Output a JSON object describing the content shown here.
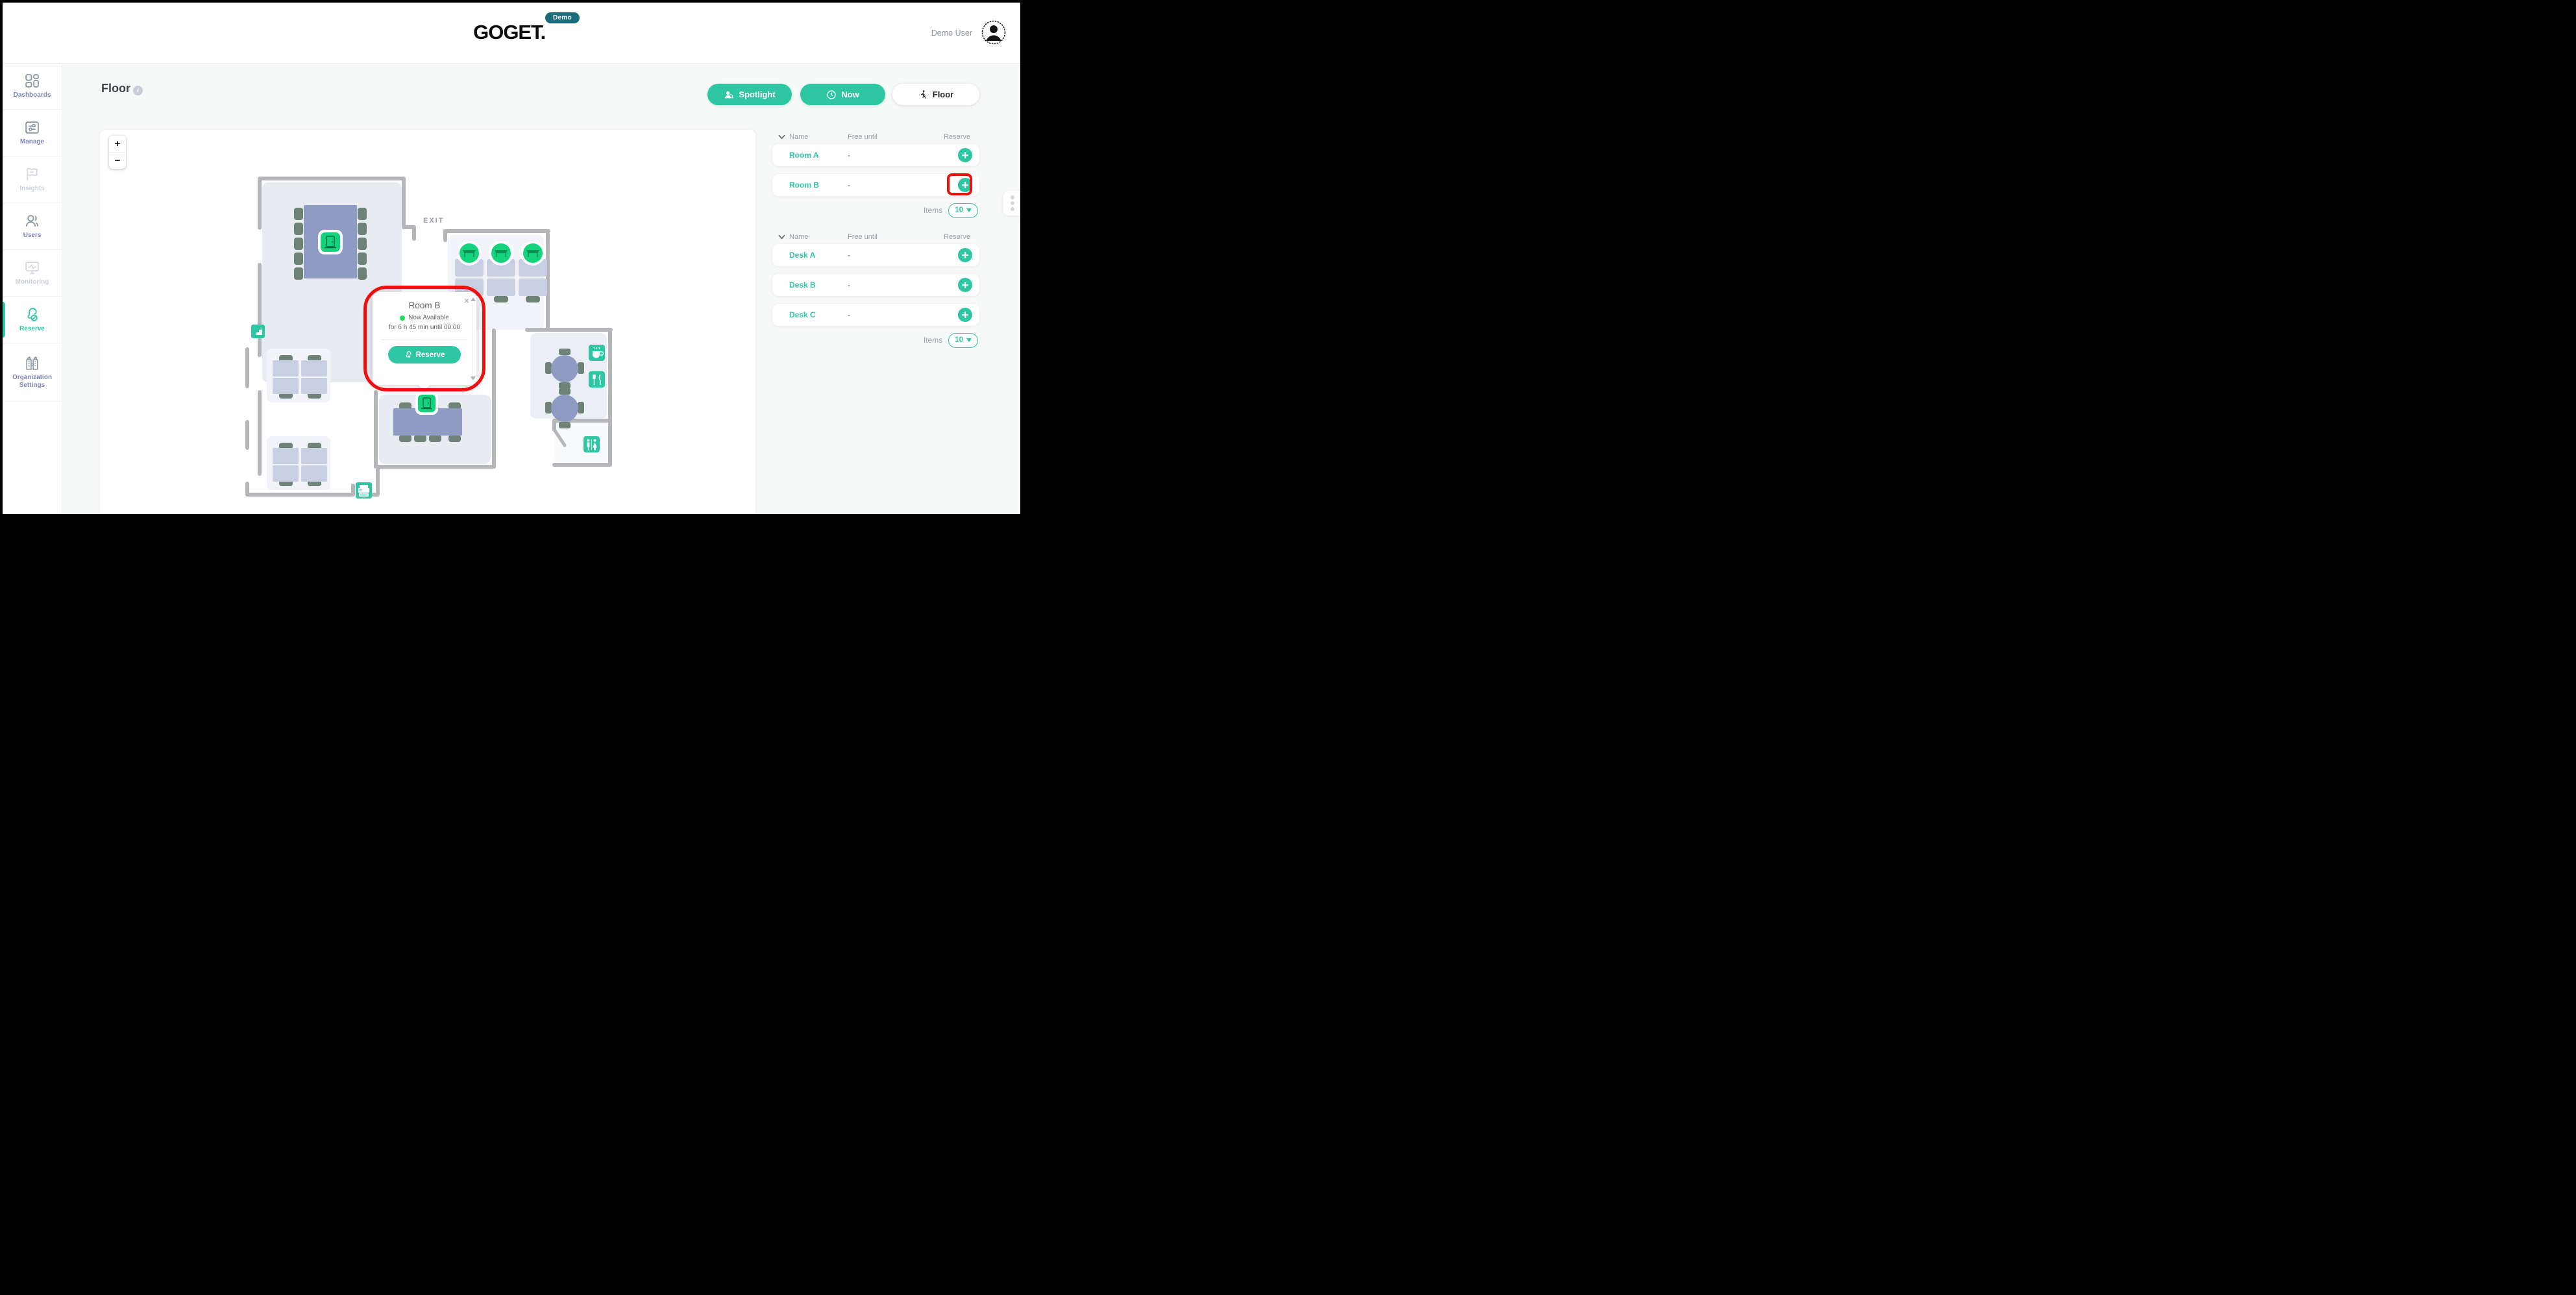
{
  "header": {
    "logo": "GOGET.",
    "badge": "Demo",
    "user_name": "Demo User"
  },
  "sidebar": {
    "items": [
      {
        "label": "Dashboards",
        "state": "default"
      },
      {
        "label": "Manage",
        "state": "default"
      },
      {
        "label": "Insights",
        "state": "disabled"
      },
      {
        "label": "Users",
        "state": "default"
      },
      {
        "label": "Monitoring",
        "state": "disabled"
      },
      {
        "label": "Reserve",
        "state": "active"
      },
      {
        "label": "Organization Settings",
        "state": "default"
      }
    ]
  },
  "toolbar": {
    "title": "Floor",
    "info_glyph": "i",
    "buttons": {
      "spotlight": "Spotlight",
      "now": "Now",
      "floor": "Floor"
    }
  },
  "floorplan": {
    "zoom_in": "+",
    "zoom_out": "−",
    "exit_label": "EXIT",
    "amenity_icons": [
      "stairs-icon",
      "printer-icon",
      "coffee-icon",
      "restaurant-icon",
      "restroom-icon"
    ],
    "bookable_icons": [
      "meeting-room-door-icon",
      "desk-booth-icon"
    ]
  },
  "popup": {
    "title": "Room B",
    "status": "Now Available",
    "availability": "for 6 h 45 min until 00:00",
    "reserve_label": "Reserve",
    "close_glyph": "×"
  },
  "panel": {
    "rooms": {
      "headers": {
        "name": "Name",
        "free_until": "Free until",
        "reserve": "Reserve"
      },
      "rows": [
        {
          "name": "Room A",
          "free_until": "-"
        },
        {
          "name": "Room B",
          "free_until": "-"
        }
      ],
      "items_label": "Items",
      "items_value": "10"
    },
    "desks": {
      "headers": {
        "name": "Name",
        "free_until": "Free until",
        "reserve": "Reserve"
      },
      "rows": [
        {
          "name": "Desk A",
          "free_until": "-"
        },
        {
          "name": "Desk B",
          "free_until": "-"
        },
        {
          "name": "Desk C",
          "free_until": "-"
        }
      ],
      "items_label": "Items",
      "items_value": "10"
    }
  },
  "colors": {
    "accent_teal": "#2fc6a4",
    "available_green": "#13d37d",
    "demo_badge_teal": "#1a6c7b",
    "annotation_red": "#ee0f0f",
    "wall_grey": "#b4b6b9",
    "table_blue": "#8f9bc2",
    "chair_sage": "#6e8277"
  }
}
